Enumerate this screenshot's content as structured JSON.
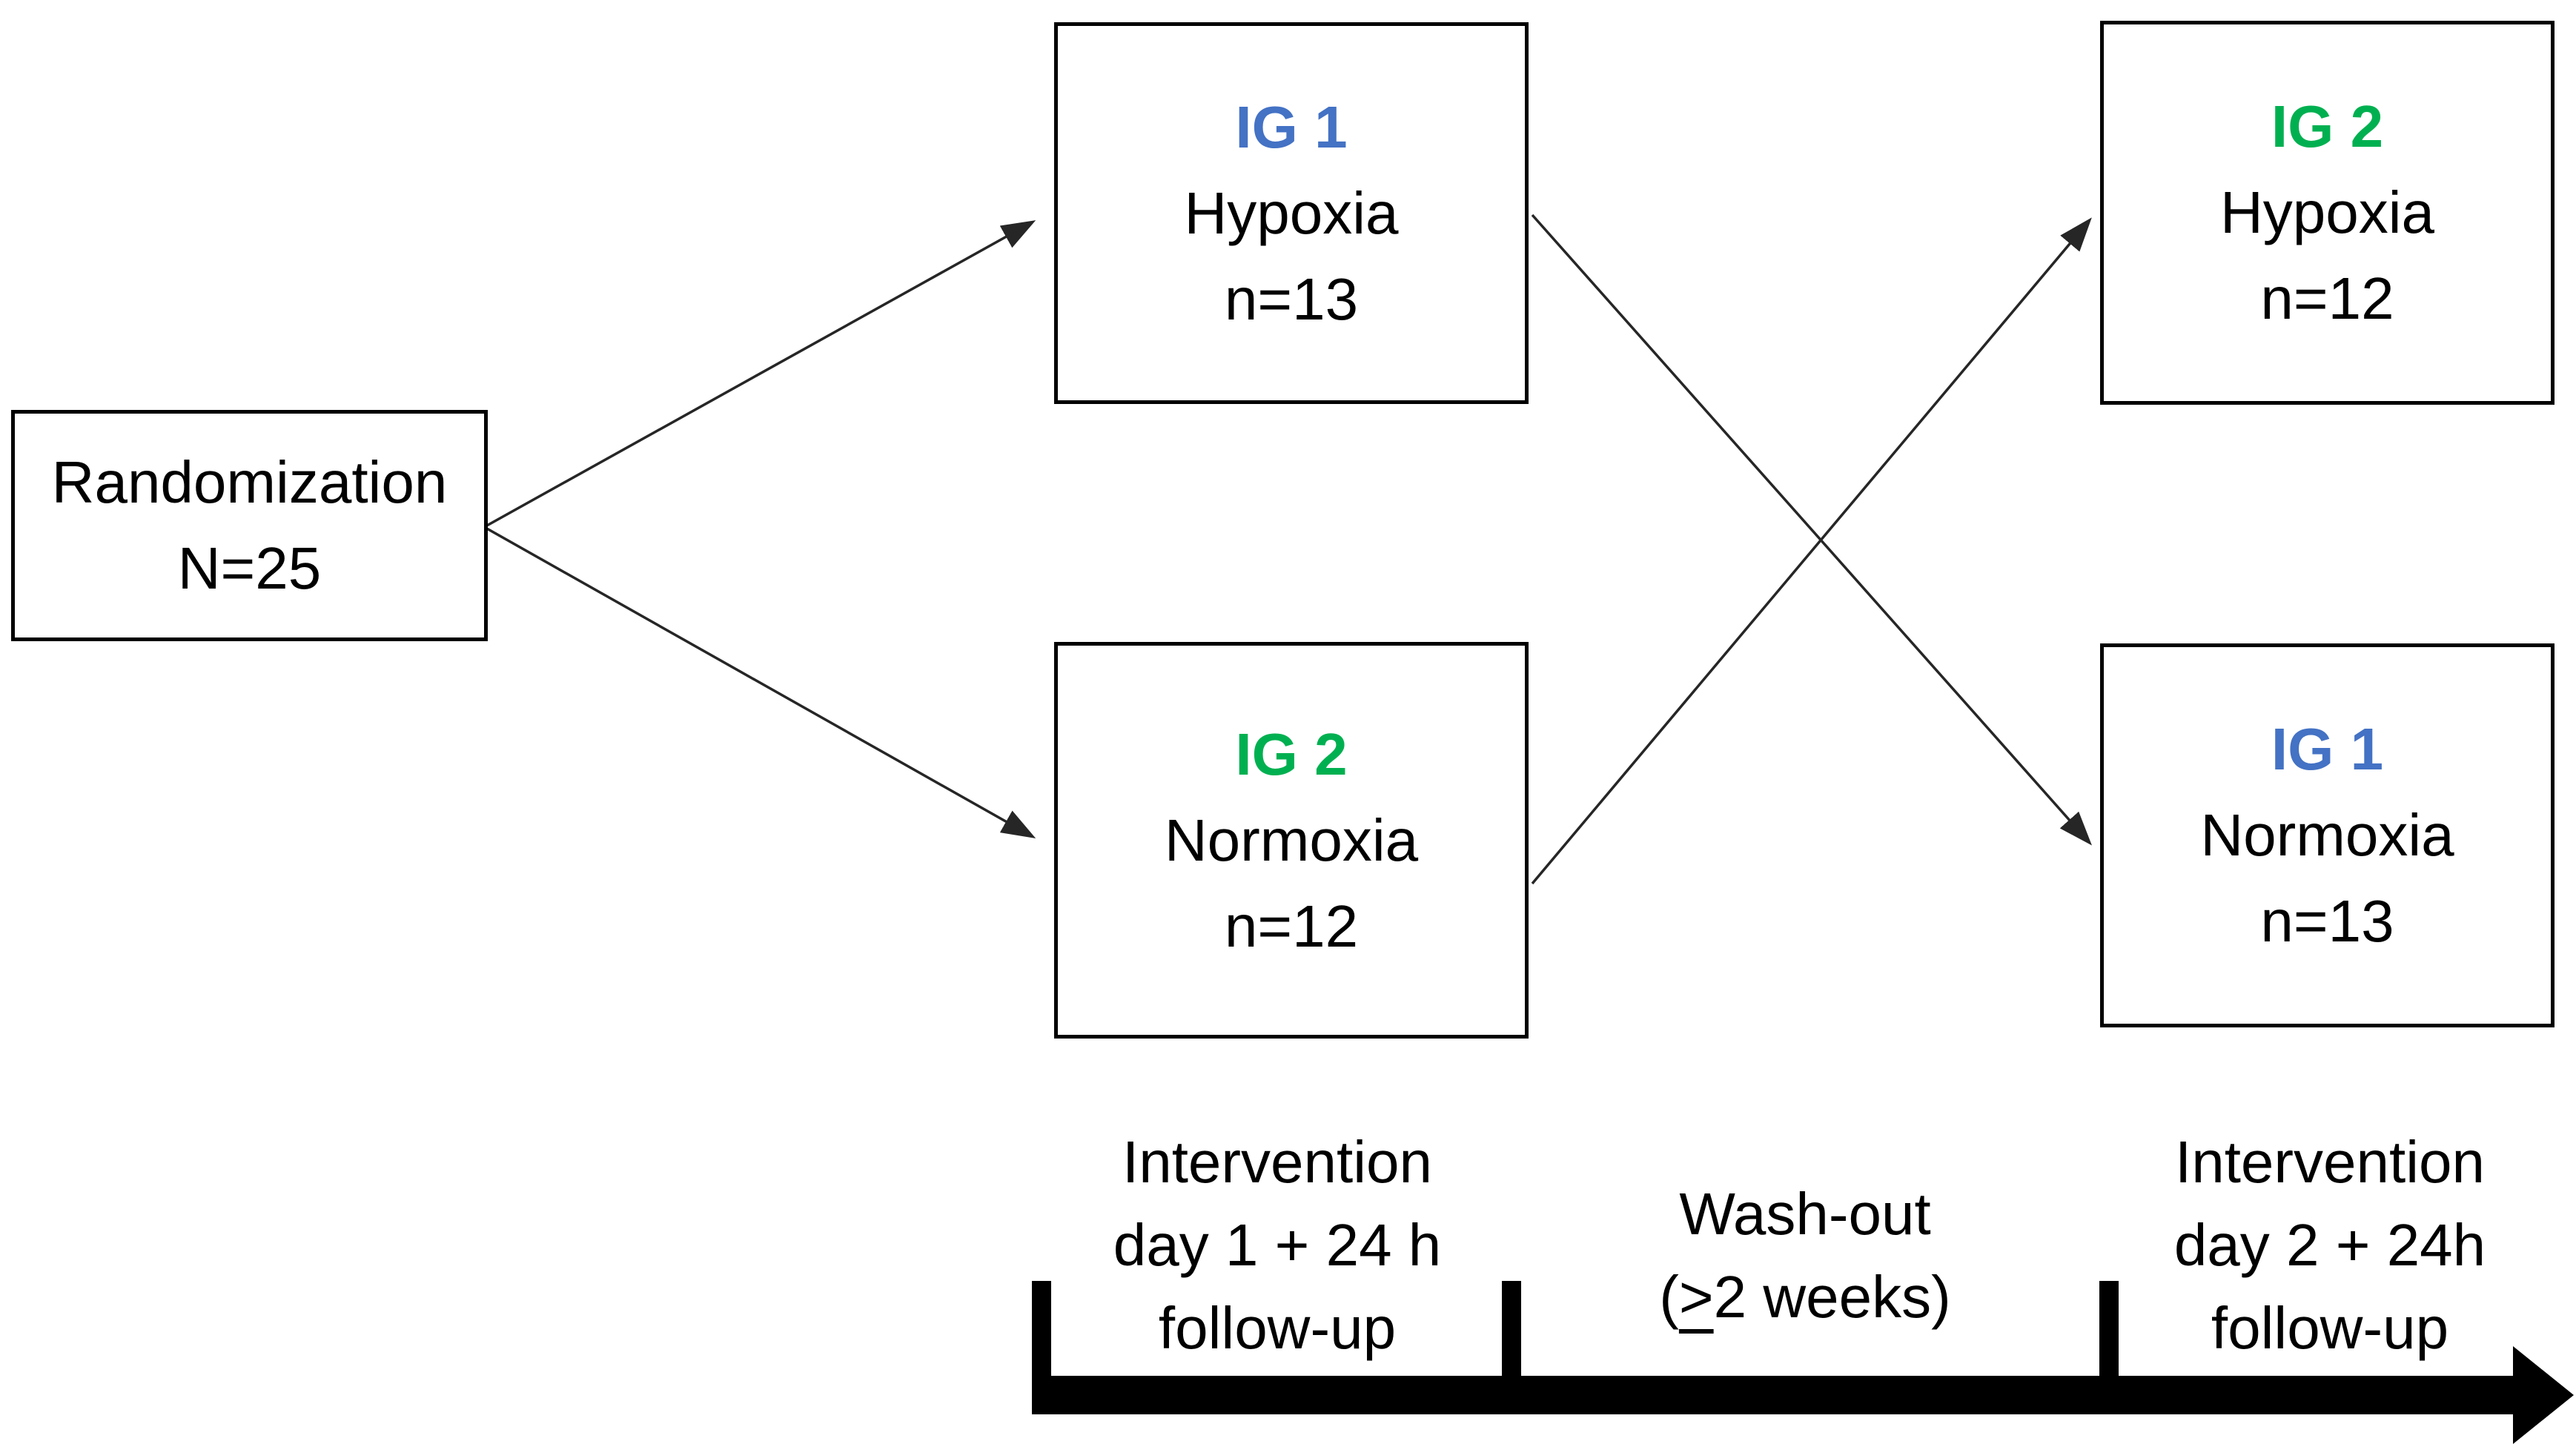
{
  "colors": {
    "ink": "#000000",
    "ig1_blue": "#4472c4",
    "ig2_green": "#00b050",
    "arrow_line": "#262626"
  },
  "randomization": {
    "line1": "Randomization",
    "line2": "N=25"
  },
  "period1": {
    "hypoxia": {
      "group": "IG 1",
      "condition": "Hypoxia",
      "n": "n=13"
    },
    "normoxia": {
      "group": "IG 2",
      "condition": "Normoxia",
      "n": "n=12"
    }
  },
  "period2": {
    "hypoxia": {
      "group": "IG 2",
      "condition": "Hypoxia",
      "n": "n=12"
    },
    "normoxia": {
      "group": "IG 1",
      "condition": "Normoxia",
      "n": "n=13"
    }
  },
  "timeline": {
    "segment1": {
      "line1": "Intervention",
      "line2": "day 1 + 24 h",
      "line3": "follow-up"
    },
    "segment2": {
      "line1": "Wash-out",
      "l2_open": "(",
      "l2_ge": ">",
      "l2_rest": "2 weeks)"
    },
    "segment3": {
      "line1": "Intervention",
      "line2": "day 2 + 24h",
      "line3": "follow-up"
    }
  }
}
